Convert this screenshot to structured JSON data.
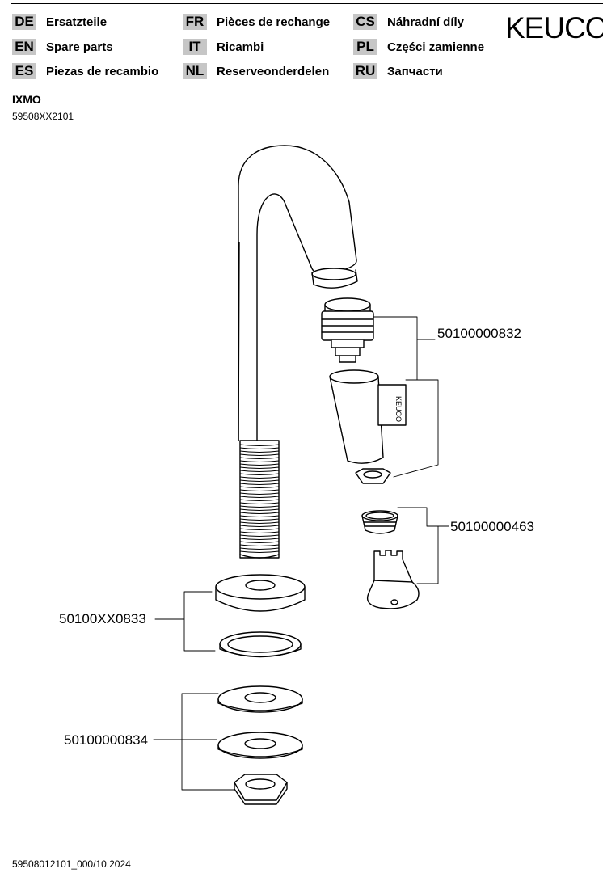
{
  "header": {
    "brand": "KEUCO",
    "languages": [
      {
        "code": "DE",
        "label": "Ersatzteile"
      },
      {
        "code": "EN",
        "label": "Spare parts"
      },
      {
        "code": "ES",
        "label": "Piezas de recambio"
      },
      {
        "code": "FR",
        "label": "Pièces de rechange"
      },
      {
        "code": "IT",
        "label": "Ricambi"
      },
      {
        "code": "NL",
        "label": "Reserveonderdelen"
      },
      {
        "code": "CS",
        "label": "Náhradní díly"
      },
      {
        "code": "PL",
        "label": "Części zamienne"
      },
      {
        "code": "RU",
        "label": "Запчасти"
      }
    ]
  },
  "product": {
    "name": "IXMO",
    "code": "59508XX2101"
  },
  "parts": {
    "cartridge_set": "50100000832",
    "aerator_set": "50100000463",
    "rosette_set": "50100XX0833",
    "mounting_set": "50100000834"
  },
  "drawing": {
    "engraving": "KEUCO"
  },
  "footer": {
    "document_code": "59508012101_000/10.2024"
  }
}
